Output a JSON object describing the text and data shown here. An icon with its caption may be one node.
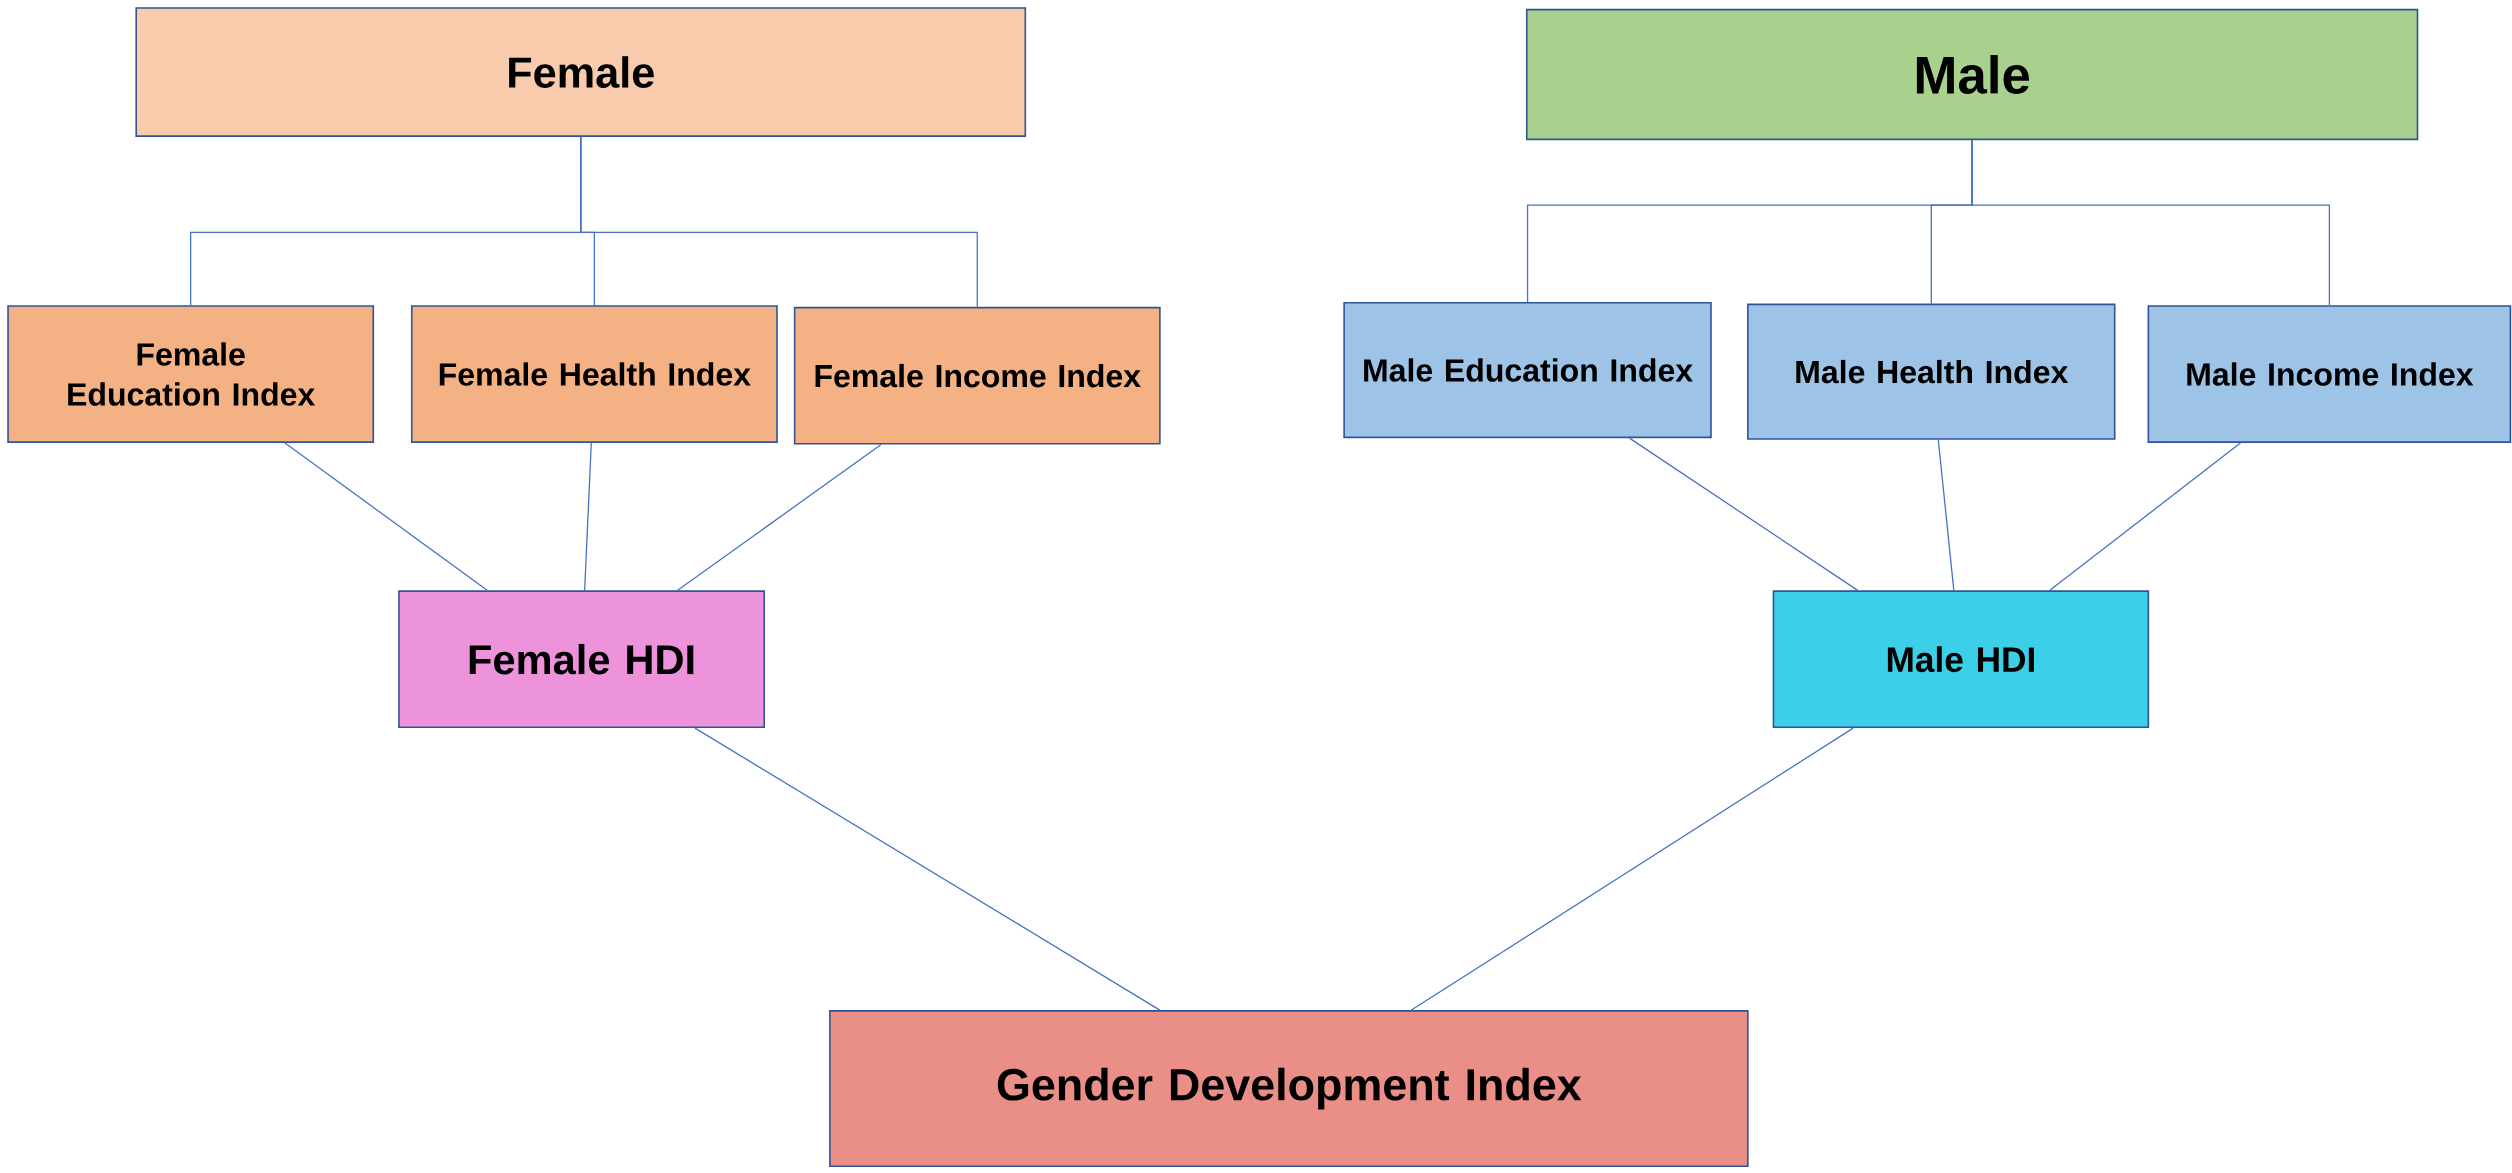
{
  "diagram": {
    "nodes": [
      {
        "text": [
          "Female"
        ]
      },
      {
        "text": [
          "Male"
        ]
      },
      {
        "text": [
          "Female Education Index"
        ]
      },
      {
        "text": [
          "Female Health Index"
        ]
      },
      {
        "text": [
          "Female Income Index"
        ]
      },
      {
        "text": [
          "Male Education Index"
        ]
      },
      {
        "text": [
          "Male Health Index"
        ]
      },
      {
        "text": [
          "Male Income Index"
        ]
      },
      {
        "text": [
          "Female HDI"
        ]
      },
      {
        "text": [
          "Male HDI"
        ]
      },
      {
        "text": [
          "Gender Development Index"
        ]
      }
    ],
    "edges": [
      {
        "from": 0,
        "to": 2,
        "arrow": "none"
      },
      {
        "from": 0,
        "to": 3,
        "arrow": "none"
      },
      {
        "from": 0,
        "to": 4,
        "arrow": "none"
      },
      {
        "from": 1,
        "to": 5,
        "arrow": "none"
      },
      {
        "from": 1,
        "to": 6,
        "arrow": "none"
      },
      {
        "from": 1,
        "to": 7,
        "arrow": "none"
      },
      {
        "from": 2,
        "to": 8,
        "arrow": "none"
      },
      {
        "from": 3,
        "to": 8,
        "arrow": "none"
      },
      {
        "from": 4,
        "to": 8,
        "arrow": "none"
      },
      {
        "from": 5,
        "to": 9,
        "arrow": "none"
      },
      {
        "from": 6,
        "to": 9,
        "arrow": "none"
      },
      {
        "from": 7,
        "to": 9,
        "arrow": "none"
      },
      {
        "from": 8,
        "to": 10,
        "arrow": "none"
      },
      {
        "from": 9,
        "to": 10,
        "arrow": "none"
      }
    ]
  }
}
